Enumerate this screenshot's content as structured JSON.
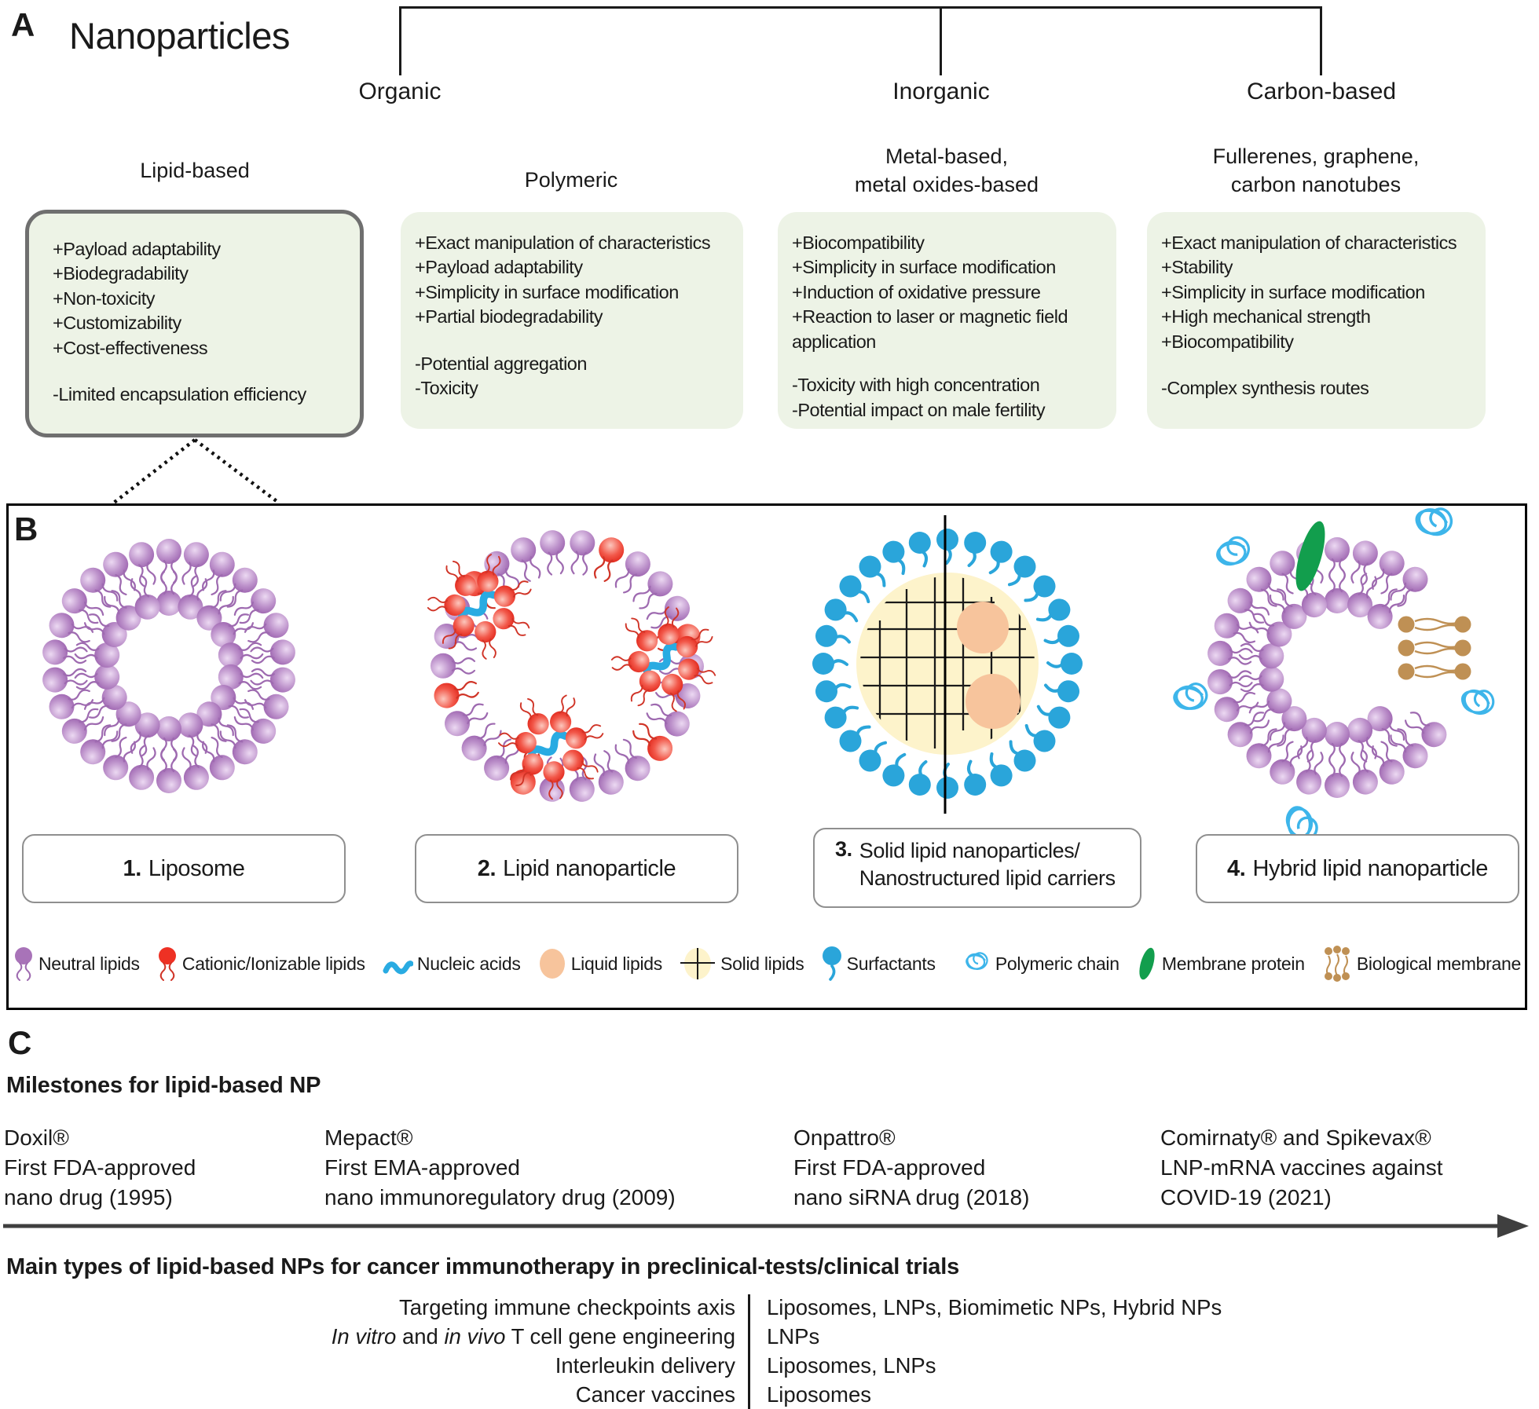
{
  "panelA": {
    "label": "A",
    "title": "Nanoparticles",
    "branches": [
      {
        "label": "Organic"
      },
      {
        "label": "Inorganic"
      },
      {
        "label": "Carbon-based"
      }
    ],
    "groups": [
      {
        "name": "Lipid-based",
        "pros": [
          "+Payload adaptability",
          "+Biodegradability",
          "+Non-toxicity",
          "+Customizability",
          "+Cost-effectiveness"
        ],
        "cons": [
          "-Limited encapsulation efficiency"
        ]
      },
      {
        "name": "Polymeric",
        "pros": [
          "+Exact manipulation of characteristics",
          "+Payload adaptability",
          "+Simplicity in surface modification",
          "+Partial biodegradability"
        ],
        "cons": [
          "-Potential aggregation",
          "-Toxicity"
        ]
      },
      {
        "name": [
          "Metal-based,",
          "metal oxides-based"
        ],
        "pros": [
          "+Biocompatibility",
          "+Simplicity in surface modification",
          "+Induction of oxidative pressure",
          "+Reaction to laser or magnetic field application"
        ],
        "cons": [
          "-Toxicity with high concentration",
          "-Potential impact on male fertility"
        ]
      },
      {
        "name": [
          "Fullerenes, graphene,",
          "carbon nanotubes"
        ],
        "pros": [
          "+Exact manipulation of characteristics",
          "+Stability",
          "+Simplicity in surface modification",
          "+High mechanical strength",
          "+Biocompatibility"
        ],
        "cons": [
          "-Complex synthesis routes"
        ]
      }
    ]
  },
  "panelB": {
    "label": "B",
    "particles": [
      {
        "num": "1.",
        "name": "Liposome"
      },
      {
        "num": "2.",
        "name": "Lipid nanoparticle"
      },
      {
        "num": "3.",
        "name": [
          "Solid lipid nanoparticles/",
          "Nanostructured lipid carriers"
        ]
      },
      {
        "num": "4.",
        "name": "Hybrid lipid nanoparticle"
      }
    ],
    "legend": [
      {
        "icon": "neutral-lipid-icon",
        "label": "Neutral lipids"
      },
      {
        "icon": "cationic-lipid-icon",
        "label": "Cationic/Ionizable lipids"
      },
      {
        "icon": "nucleic-acid-icon",
        "label": "Nucleic acids"
      },
      {
        "icon": "liquid-lipid-icon",
        "label": "Liquid lipids"
      },
      {
        "icon": "solid-lipid-icon",
        "label": "Solid lipids"
      },
      {
        "icon": "surfactant-icon",
        "label": "Surfactants"
      },
      {
        "icon": "polymeric-chain-icon",
        "label": "Polymeric chain"
      },
      {
        "icon": "membrane-protein-icon",
        "label": "Membrane protein"
      },
      {
        "icon": "biological-membrane-icon",
        "label": "Biological membrane"
      }
    ]
  },
  "panelC": {
    "label": "C",
    "milestones_heading": "Milestones for lipid-based NP",
    "milestones": [
      {
        "lines": [
          "Doxil®",
          "First FDA-approved",
          "nano drug (1995)"
        ]
      },
      {
        "lines": [
          "Mepact®",
          "First EMA-approved",
          "nano immunoregulatory drug (2009)"
        ]
      },
      {
        "lines": [
          "Onpattro®",
          "First FDA-approved",
          "nano siRNA drug (2018)"
        ]
      },
      {
        "lines": [
          "Comirnaty® and Spikevax®",
          "LNP-mRNA vaccines against",
          "COVID-19 (2021)"
        ]
      }
    ],
    "types_heading": "Main types of lipid-based NPs for cancer immunotherapy in preclinical-tests/clinical trials",
    "type_rows": [
      {
        "left": [
          {
            "t": "Targeting immune checkpoints axis"
          }
        ],
        "right": "Liposomes, LNPs, Biomimetic NPs, Hybrid NPs"
      },
      {
        "left": [
          {
            "t": "In vitro",
            "i": true
          },
          {
            "t": " and "
          },
          {
            "t": "in vivo",
            "i": true
          },
          {
            "t": " T cell gene engineering"
          }
        ],
        "right": "LNPs"
      },
      {
        "left": [
          {
            "t": "Interleukin delivery"
          }
        ],
        "right": "Liposomes, LNPs"
      },
      {
        "left": [
          {
            "t": "Cancer vaccines"
          }
        ],
        "right": "Liposomes"
      }
    ]
  },
  "colors": {
    "purple": "#a873b8",
    "purpleStroke": "#9e6ab0",
    "red": "#ee3124",
    "redStroke": "#d03427",
    "blue": "#2aa5da",
    "nucleic": "#29abe2",
    "polymer": "#3db5ea",
    "green": "#129e4d",
    "tan": "#bf9054",
    "peach": "#f7c49c",
    "solidLipid": "#fdf3cb",
    "boxGreen": "#edf3e6",
    "arrowGray": "#3f3f3f"
  }
}
